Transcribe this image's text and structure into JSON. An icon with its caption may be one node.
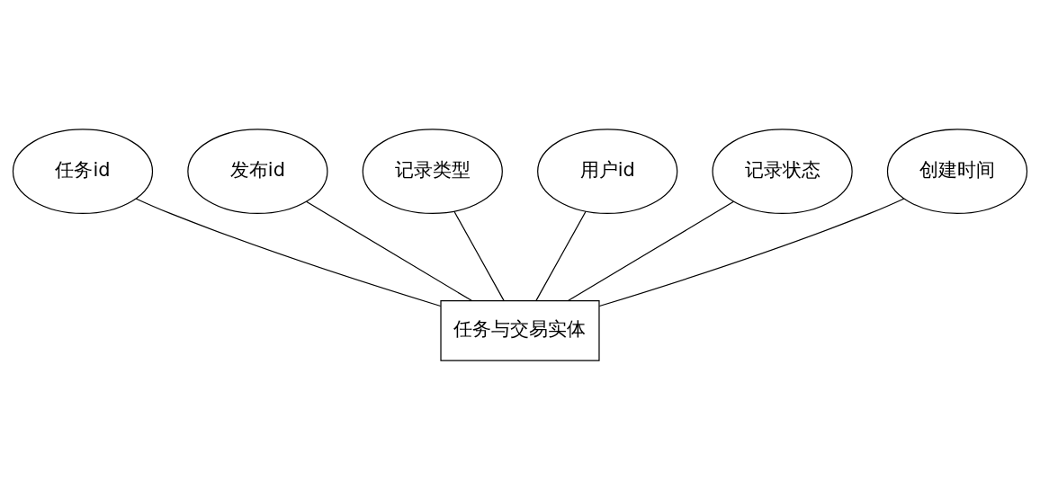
{
  "diagram": {
    "nodes": [
      {
        "text": [
          "任务与交易实体"
        ]
      },
      {
        "text": [
          "任务id"
        ]
      },
      {
        "text": [
          "发布id"
        ]
      },
      {
        "text": [
          "记录类型"
        ]
      },
      {
        "text": [
          "用户id"
        ]
      },
      {
        "text": [
          "记录状态"
        ]
      },
      {
        "text": [
          "创建时间"
        ]
      }
    ],
    "edges": [
      {
        "from": 0,
        "to": 1,
        "arrow": "none"
      },
      {
        "from": 0,
        "to": 2,
        "arrow": "none"
      },
      {
        "from": 0,
        "to": 3,
        "arrow": "none"
      },
      {
        "from": 0,
        "to": 4,
        "arrow": "none"
      },
      {
        "from": 0,
        "to": 5,
        "arrow": "none"
      },
      {
        "from": 0,
        "to": 6,
        "arrow": "none"
      }
    ]
  }
}
